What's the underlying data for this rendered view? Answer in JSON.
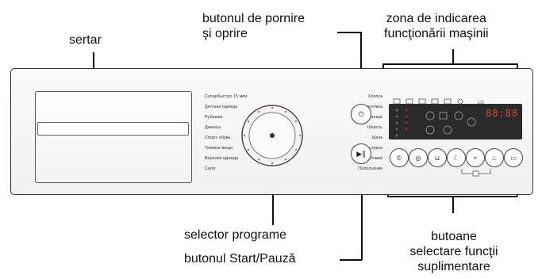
{
  "callouts": {
    "drawer": "sertar",
    "power_line1": "butonul de pornire",
    "power_line2": "şi oprire",
    "indicator_line1": "zona de indicarea",
    "indicator_line2": "funcţionării maşinii",
    "selector": "selector programe",
    "start_pause": "butonul Start/Pauză",
    "options_line1": "butoane",
    "options_line2": "selectare funcţii",
    "options_line3": "suplimentare"
  },
  "programs_left": [
    "Супербыстро 15 мин",
    "Детская одежда",
    "Рубашки",
    "Джинсы",
    "Спорт. обувь",
    "Темные вещи",
    "Верхняя одежда",
    "Сила"
  ],
  "programs_right": [
    "Хлопок",
    "Синтетика",
    "Смешанные",
    "Шерсть",
    "Шелк",
    "Ручная стирка",
    "Отжим",
    "Полоскание"
  ],
  "display_time": "88:88",
  "brand_label": "LG",
  "icons": {
    "power": "⏻",
    "start_pause": "▶∥",
    "lock": "🔒"
  },
  "colors": {
    "display_bg": "#2a2a2a",
    "display_digits": "#d9463b"
  }
}
